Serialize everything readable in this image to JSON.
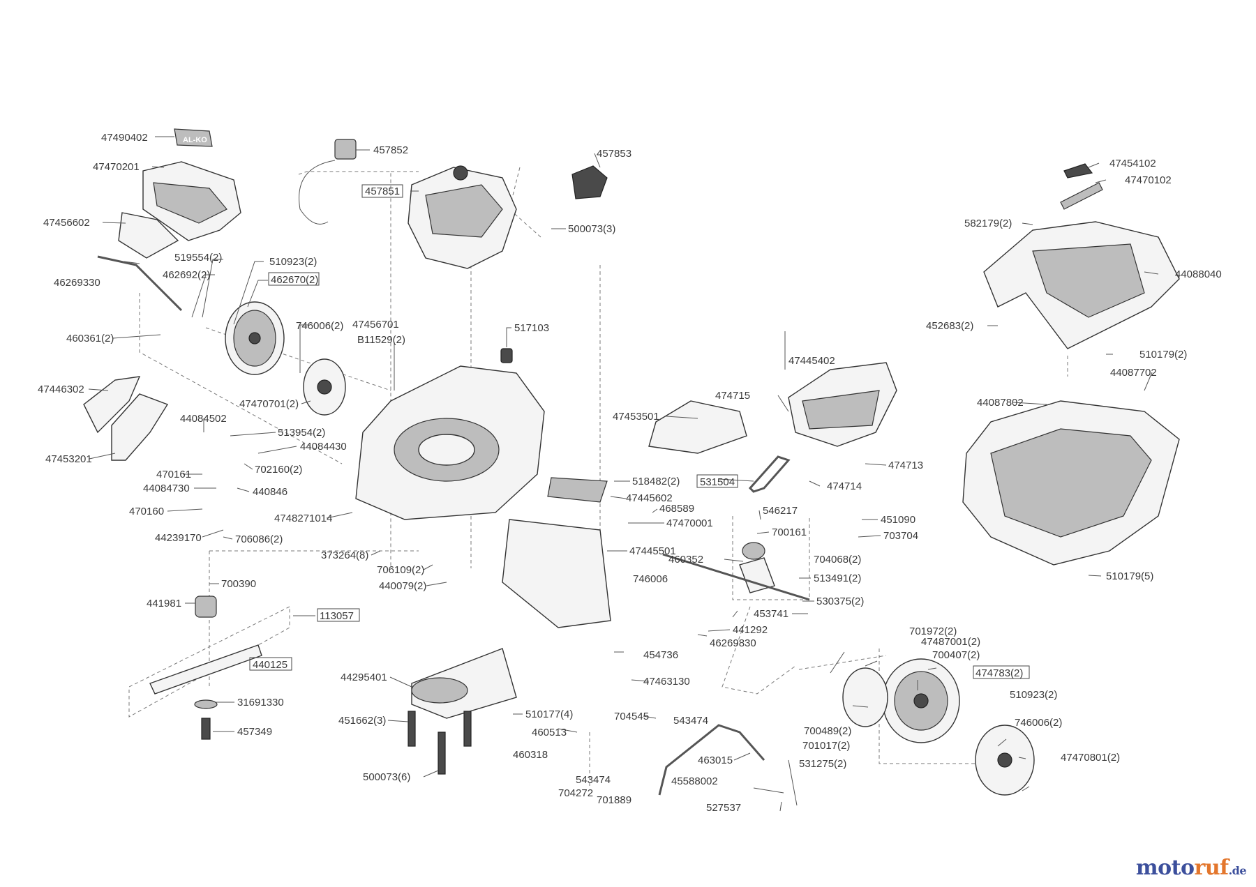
{
  "labels": [
    {
      "text": "47490402"
    },
    {
      "text": "47470201"
    },
    {
      "text": "47456602"
    },
    {
      "text": "46269330"
    },
    {
      "text": "519554(2)"
    },
    {
      "text": "462692(2)"
    },
    {
      "text": "460361(2)"
    },
    {
      "text": "510923(2)"
    },
    {
      "text": "462670(2)",
      "boxed": true
    },
    {
      "text": "746006(2)"
    },
    {
      "text": "47470701(2)"
    },
    {
      "text": "47446302"
    },
    {
      "text": "47453201"
    },
    {
      "text": "44084502"
    },
    {
      "text": "470161"
    },
    {
      "text": "44084730"
    },
    {
      "text": "470160"
    },
    {
      "text": "44239170"
    },
    {
      "text": "513954(2)"
    },
    {
      "text": "44084430"
    },
    {
      "text": "702160(2)"
    },
    {
      "text": "440846"
    },
    {
      "text": "706086(2)"
    },
    {
      "text": "4748271014"
    },
    {
      "text": "373264(8)"
    },
    {
      "text": "457852"
    },
    {
      "text": "457851",
      "boxed": true
    },
    {
      "text": "457853"
    },
    {
      "text": "500073(3)"
    },
    {
      "text": "517103"
    },
    {
      "text": "47456701"
    },
    {
      "text": "B11529(2)"
    },
    {
      "text": "518482(2)"
    },
    {
      "text": "47445602"
    },
    {
      "text": "47470001"
    },
    {
      "text": "468589"
    },
    {
      "text": "47445501"
    },
    {
      "text": "706109(2)"
    },
    {
      "text": "440079(2)"
    },
    {
      "text": "700390"
    },
    {
      "text": "441981"
    },
    {
      "text": "113057",
      "boxed": true
    },
    {
      "text": "440125",
      "boxed": true
    },
    {
      "text": "31691330"
    },
    {
      "text": "457349"
    },
    {
      "text": "44295401"
    },
    {
      "text": "451662(3)"
    },
    {
      "text": "500073(6)"
    },
    {
      "text": "510177(4)"
    },
    {
      "text": "460513"
    },
    {
      "text": "460318"
    },
    {
      "text": "47453501"
    },
    {
      "text": "474715"
    },
    {
      "text": "47445402"
    },
    {
      "text": "474713"
    },
    {
      "text": "531504",
      "boxed": true
    },
    {
      "text": "474714"
    },
    {
      "text": "546217"
    },
    {
      "text": "700161"
    },
    {
      "text": "451090"
    },
    {
      "text": "703704"
    },
    {
      "text": "460352"
    },
    {
      "text": "704068(2)"
    },
    {
      "text": "513491(2)"
    },
    {
      "text": "746006"
    },
    {
      "text": "453741"
    },
    {
      "text": "530375(2)"
    },
    {
      "text": "441292"
    },
    {
      "text": "46269830"
    },
    {
      "text": "454736"
    },
    {
      "text": "47463130"
    },
    {
      "text": "704545"
    },
    {
      "text": "543474"
    },
    {
      "text": "463015"
    },
    {
      "text": "45588002"
    },
    {
      "text": "543474"
    },
    {
      "text": "704272"
    },
    {
      "text": "701889"
    },
    {
      "text": "527537"
    },
    {
      "text": "531275(2)"
    },
    {
      "text": "700489(2)"
    },
    {
      "text": "701017(2)"
    },
    {
      "text": "701972(2)"
    },
    {
      "text": "47487001(2)"
    },
    {
      "text": "700407(2)"
    },
    {
      "text": "474783(2)",
      "boxed": true
    },
    {
      "text": "510923(2)"
    },
    {
      "text": "746006(2)"
    },
    {
      "text": "47470801(2)"
    },
    {
      "text": "47454102"
    },
    {
      "text": "47470102"
    },
    {
      "text": "582179(2)"
    },
    {
      "text": "44088040"
    },
    {
      "text": "452683(2)"
    },
    {
      "text": "510179(2)"
    },
    {
      "text": "44087702"
    },
    {
      "text": "44087802"
    },
    {
      "text": "510179(5)"
    }
  ],
  "brand_badge": "AL-KO",
  "watermark": {
    "part1": "moto",
    "part2": "ruf",
    "part3": ".de"
  },
  "colors": {
    "line": "#333333",
    "text": "#3a3a3a",
    "watermark_blue": "#3c4f9c",
    "watermark_orange": "#e3762c"
  }
}
